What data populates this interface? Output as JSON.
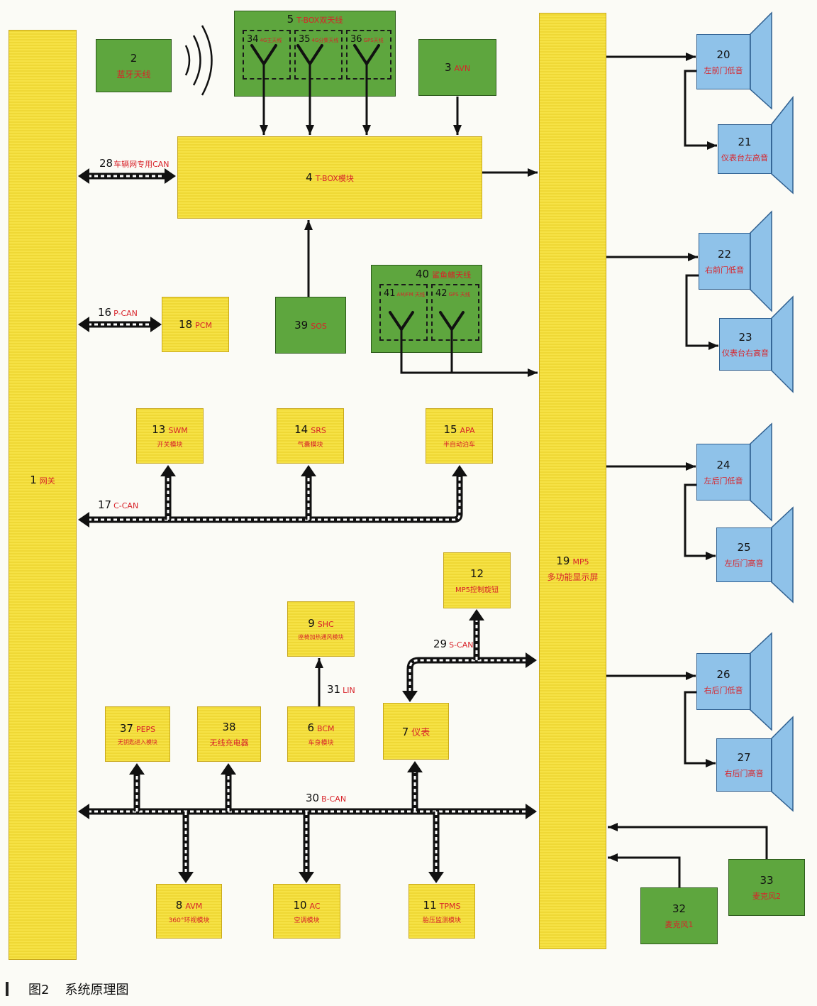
{
  "caption": {
    "figure": "图2",
    "title": "系统原理图"
  },
  "colors": {
    "module_yellow": "#f4df3c",
    "antenna_green": "#5ea63e",
    "speaker_blue": "#8fc2e9",
    "label_red": "#d8232a"
  },
  "modules": {
    "gateway": {
      "num": "1",
      "code": "网关"
    },
    "bluetooth_antenna": {
      "num": "2",
      "desc": "蓝牙天线"
    },
    "avn": {
      "num": "3",
      "code": "AVN"
    },
    "tbox": {
      "num": "4",
      "code": "T-BOX模块"
    },
    "tbox_antenna": {
      "num": "5",
      "code": "T-BOX双天线"
    },
    "bcm": {
      "num": "6",
      "code": "BCM",
      "desc": "车身模块"
    },
    "cluster": {
      "num": "7",
      "code": "仪表"
    },
    "avm": {
      "num": "8",
      "code": "AVM",
      "desc": "360°环视模块"
    },
    "shc": {
      "num": "9",
      "code": "SHC",
      "desc": "座椅加热通风模块"
    },
    "ac": {
      "num": "10",
      "code": "AC",
      "desc": "空调模块"
    },
    "tpms": {
      "num": "11",
      "code": "TPMS",
      "desc": "胎压监测模块"
    },
    "mp5_knob": {
      "num": "12",
      "desc": "MP5控制旋钮"
    },
    "swm": {
      "num": "13",
      "code": "SWM",
      "desc": "开关模块"
    },
    "srs": {
      "num": "14",
      "code": "SRS",
      "desc": "气囊模块"
    },
    "apa": {
      "num": "15",
      "code": "APA",
      "desc": "半自动泊车"
    },
    "pcm": {
      "num": "18",
      "code": "PCM"
    },
    "mp5": {
      "num": "19",
      "code": "MP5",
      "desc": "多功能显示屏"
    },
    "peps": {
      "num": "37",
      "code": "PEPS",
      "desc": "无钥匙进入模块"
    },
    "wireless_charger": {
      "num": "38",
      "desc": "无线充电器"
    },
    "sos": {
      "num": "39",
      "code": "SOS"
    },
    "sharkfin_antenna": {
      "num": "40",
      "code": "鲨鱼鳍天线"
    }
  },
  "antennas": {
    "a34": {
      "num": "34",
      "desc": "4G主天线"
    },
    "a35": {
      "num": "35",
      "desc": "4G分集天线"
    },
    "a36": {
      "num": "36",
      "desc": "GPS天线"
    },
    "a41": {
      "num": "41",
      "desc": "AM/FM 天线"
    },
    "a42": {
      "num": "42",
      "desc": "GPS 天线"
    }
  },
  "speakers": {
    "s20": {
      "num": "20",
      "desc": "左前门低音"
    },
    "s21": {
      "num": "21",
      "desc": "仪表台左高音"
    },
    "s22": {
      "num": "22",
      "desc": "右前门低音"
    },
    "s23": {
      "num": "23",
      "desc": "仪表台右高音"
    },
    "s24": {
      "num": "24",
      "desc": "左后门低音"
    },
    "s25": {
      "num": "25",
      "desc": "左后门高音"
    },
    "s26": {
      "num": "26",
      "desc": "右后门低音"
    },
    "s27": {
      "num": "27",
      "desc": "右后门高音"
    }
  },
  "microphones": {
    "m32": {
      "num": "32",
      "desc": "麦克风1"
    },
    "m33": {
      "num": "33",
      "desc": "麦克风2"
    }
  },
  "buses": {
    "b28": {
      "num": "28",
      "name": "车辆网专用CAN"
    },
    "b16": {
      "num": "16",
      "name": "P-CAN"
    },
    "b17": {
      "num": "17",
      "name": "C-CAN"
    },
    "b29": {
      "num": "29",
      "name": "S-CAN"
    },
    "b30": {
      "num": "30",
      "name": "B-CAN"
    },
    "b31": {
      "num": "31",
      "name": "LIN"
    }
  }
}
